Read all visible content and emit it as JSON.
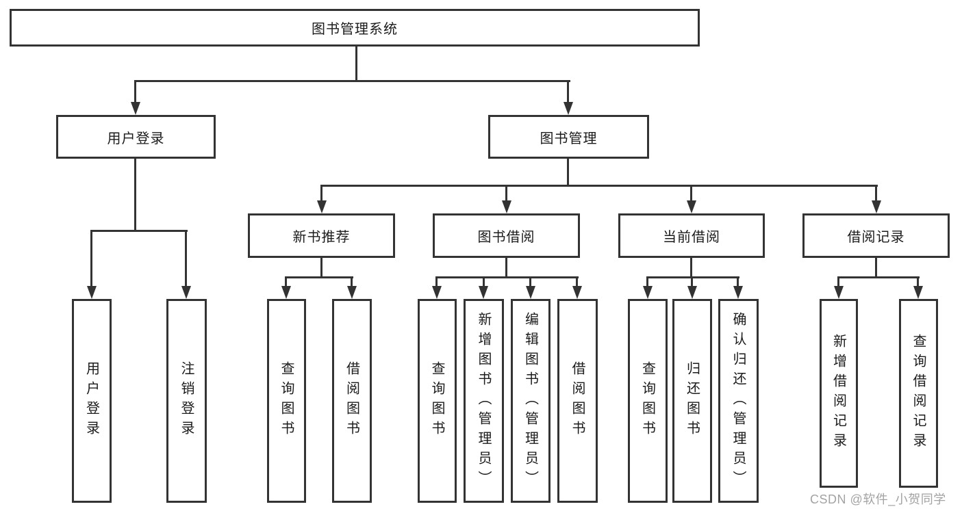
{
  "diagram": {
    "type": "hierarchy-tree",
    "colors": {
      "line": "#333333",
      "text": "#1b1b1b",
      "background": "#ffffff",
      "watermark": "#a3a3a3"
    },
    "watermark": "CSDN @软件_小贺同学",
    "nodes": {
      "root": {
        "label": "图书管理系统"
      },
      "level2": [
        {
          "id": "user-login",
          "label": "用户登录"
        },
        {
          "id": "book-management",
          "label": "图书管理"
        }
      ],
      "level3": [
        {
          "id": "new-book-recommend",
          "label": "新书推荐",
          "parent": "book-management"
        },
        {
          "id": "book-borrow",
          "label": "图书借阅",
          "parent": "book-management"
        },
        {
          "id": "current-borrow",
          "label": "当前借阅",
          "parent": "book-management"
        },
        {
          "id": "borrow-records",
          "label": "借阅记录",
          "parent": "book-management"
        }
      ],
      "leaves": [
        {
          "label": "用户登录",
          "parent": "user-login"
        },
        {
          "label": "注销登录",
          "parent": "user-login"
        },
        {
          "label": "查询图书",
          "parent": "new-book-recommend"
        },
        {
          "label": "借阅图书",
          "parent": "new-book-recommend"
        },
        {
          "label": "查询图书",
          "parent": "book-borrow"
        },
        {
          "label": "新增图书（管理员）",
          "parent": "book-borrow"
        },
        {
          "label": "编辑图书（管理员）",
          "parent": "book-borrow"
        },
        {
          "label": "借阅图书",
          "parent": "book-borrow"
        },
        {
          "label": "查询图书",
          "parent": "current-borrow"
        },
        {
          "label": "归还图书",
          "parent": "current-borrow"
        },
        {
          "label": "确认归还（管理员）",
          "parent": "current-borrow"
        },
        {
          "label": "新增借阅记录",
          "parent": "borrow-records"
        },
        {
          "label": "查询借阅记录",
          "parent": "borrow-records"
        }
      ]
    }
  }
}
